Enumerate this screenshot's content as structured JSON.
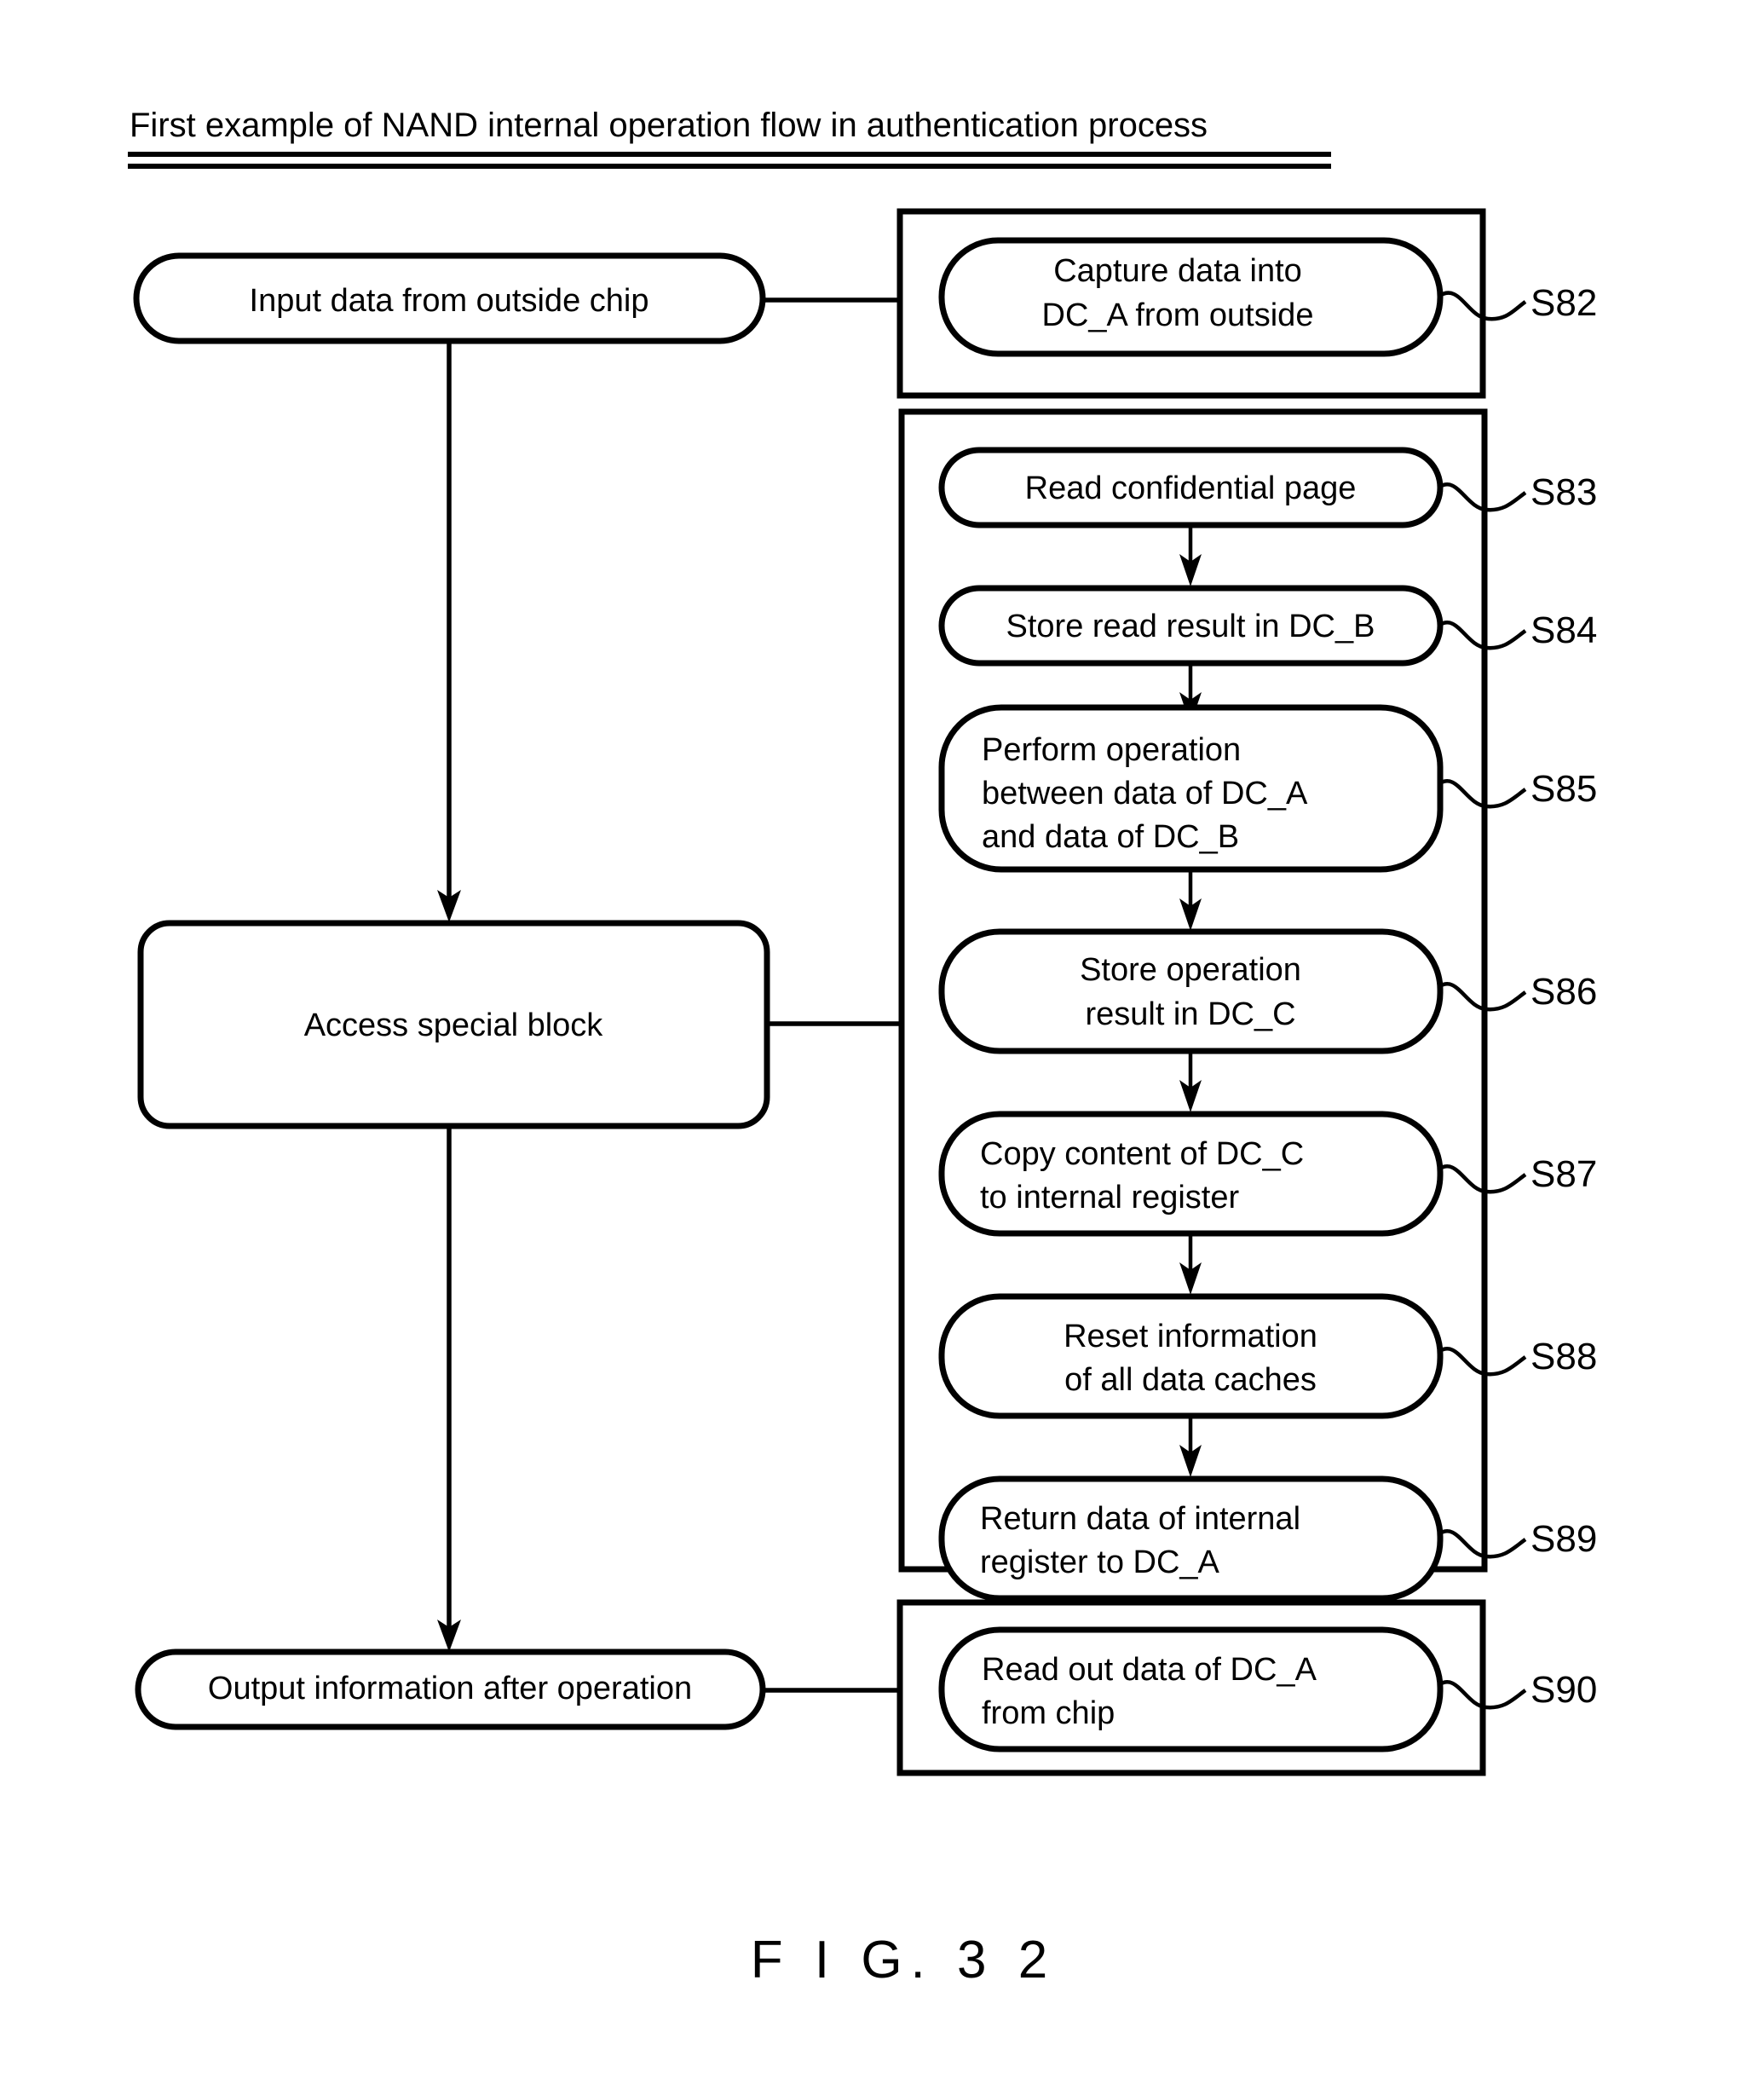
{
  "figure": {
    "title": "First example of NAND internal operation flow in authentication process",
    "caption": "F I G. 3 2",
    "background_color": "#ffffff",
    "line_color": "#000000"
  },
  "left_column": {
    "nodes": [
      {
        "id": "input-data",
        "label": "Input data from outside chip",
        "shape": "stadium"
      },
      {
        "id": "access-special-block",
        "label": "Access special block",
        "shape": "rounded-rect"
      },
      {
        "id": "output-information",
        "label": "Output information after operation",
        "shape": "stadium"
      }
    ]
  },
  "right_column": {
    "groups": [
      {
        "id": "group-capture",
        "steps": [
          {
            "id": "s82",
            "step": "S82",
            "lines": [
              "Capture data into",
              "DC_A from outside"
            ],
            "align": "center"
          }
        ]
      },
      {
        "id": "group-special-block",
        "steps": [
          {
            "id": "s83",
            "step": "S83",
            "lines": [
              "Read confidential page"
            ],
            "align": "center"
          },
          {
            "id": "s84",
            "step": "S84",
            "lines": [
              "Store read result in DC_B"
            ],
            "align": "center"
          },
          {
            "id": "s85",
            "step": "S85",
            "lines": [
              "Perform operation",
              "between data of DC_A",
              "and data of DC_B"
            ],
            "align": "left"
          },
          {
            "id": "s86",
            "step": "S86",
            "lines": [
              "Store operation",
              "result in DC_C"
            ],
            "align": "center"
          },
          {
            "id": "s87",
            "step": "S87",
            "lines": [
              "Copy content of DC_C",
              "to internal register"
            ],
            "align": "left"
          },
          {
            "id": "s88",
            "step": "S88",
            "lines": [
              "Reset information",
              "of all data caches"
            ],
            "align": "center"
          },
          {
            "id": "s89",
            "step": "S89",
            "lines": [
              "Return data of internal",
              "register to DC_A"
            ],
            "align": "left"
          }
        ]
      },
      {
        "id": "group-readout",
        "steps": [
          {
            "id": "s90",
            "step": "S90",
            "lines": [
              "Read out data of DC_A",
              "from chip"
            ],
            "align": "left"
          }
        ]
      }
    ]
  }
}
